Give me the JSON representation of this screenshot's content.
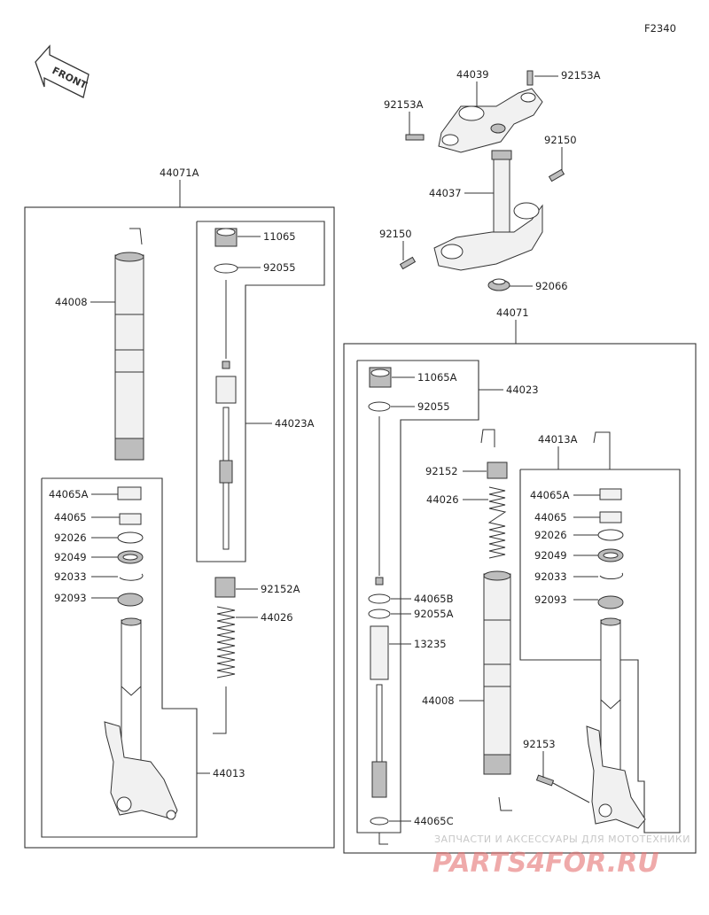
{
  "diagram_code": "F2340",
  "front_label": "FRONT",
  "watermark": {
    "line1": "ЗАПЧАСТИ И АКСЕССУАРЫ ДЛЯ МОТОТЕХНИКИ",
    "line2": "PARTS4FOR.RU"
  },
  "labels": {
    "p44039": "44039",
    "p92153A_top": "92153A",
    "p92153A_left": "92153A",
    "p92150_right": "92150",
    "p44037": "44037",
    "p92150_left": "92150",
    "p92066": "92066",
    "p44071A": "44071A",
    "p44071": "44071",
    "p11065": "11065",
    "p92055_l": "92055",
    "p44008_l": "44008",
    "p44023A": "44023A",
    "p44065A_l": "44065A",
    "p44065_l": "44065",
    "p92026_l": "92026",
    "p92049_l": "92049",
    "p92033_l": "92033",
    "p92093_l": "92093",
    "p92152A": "92152A",
    "p44026_l": "44026",
    "p44013": "44013",
    "p11065A": "11065A",
    "p44023": "44023",
    "p92055_r": "92055",
    "p92152": "92152",
    "p44026_r": "44026",
    "p44013A": "44013A",
    "p44065A_r": "44065A",
    "p44065_r": "44065",
    "p92026_r": "92026",
    "p92049_r": "92049",
    "p92033_r": "92033",
    "p92093_r": "92093",
    "p44065B": "44065B",
    "p92055A": "92055A",
    "p13235": "13235",
    "p44008_r": "44008",
    "p92153": "92153",
    "p44065C": "44065C"
  }
}
